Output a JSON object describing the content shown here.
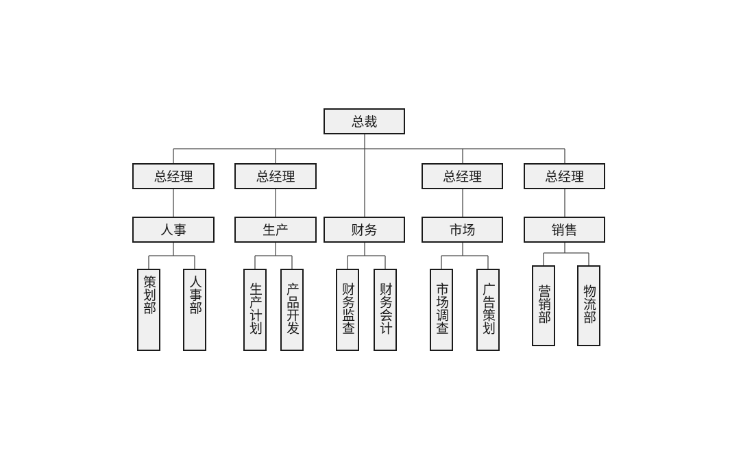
{
  "org_chart": {
    "root": {
      "label": "总裁"
    },
    "level1": [
      {
        "label": "总经理"
      },
      {
        "label": "总经理"
      },
      {
        "label": "总经理"
      },
      {
        "label": "总经理"
      }
    ],
    "departments": [
      {
        "label": "人事",
        "units": [
          "策划部",
          "人事部"
        ]
      },
      {
        "label": "生产",
        "units": [
          "生产计划",
          "产品开发"
        ]
      },
      {
        "label": "财务",
        "units": [
          "财务监查",
          "财务会计"
        ]
      },
      {
        "label": "市场",
        "units": [
          "市场调查",
          "广告策划"
        ]
      },
      {
        "label": "销售",
        "units": [
          "营销部",
          "物流部"
        ]
      }
    ]
  }
}
